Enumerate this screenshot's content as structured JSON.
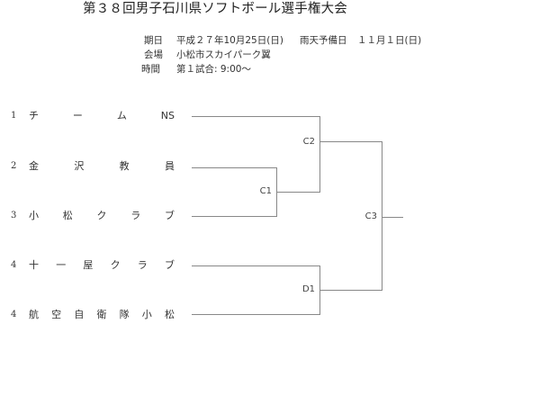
{
  "title": "第３８回男子石川県ソフトボール選手権大会",
  "info": {
    "date_label": "期日",
    "date_value": "平成２７年10月25日(日)",
    "rain_label": "雨天予備日",
    "rain_value": "１１月１日(日)",
    "venue_label": "会場",
    "venue_value": "小松市スカイパーク翼",
    "time_label": "時間",
    "time_value": "第１試合: 9:00～"
  },
  "teams": [
    {
      "seed": "1",
      "name_chars": [
        "チ",
        "ー",
        "ム",
        "NS"
      ]
    },
    {
      "seed": "2",
      "name_chars": [
        "金",
        "沢",
        "教",
        "員"
      ]
    },
    {
      "seed": "3",
      "name_chars": [
        "小",
        "松",
        "ク",
        "ラ",
        "ブ"
      ]
    },
    {
      "seed": "4",
      "name_chars": [
        "十",
        "一",
        "屋",
        "ク",
        "ラ",
        "ブ"
      ]
    },
    {
      "seed": "4",
      "name_chars": [
        "航",
        "空",
        "自",
        "衛",
        "隊",
        "小",
        "松"
      ]
    }
  ],
  "matches": {
    "c1": "C1",
    "c2": "C2",
    "c3": "C3",
    "d1": "D1"
  },
  "colors": {
    "line": "#888888",
    "text": "#333333",
    "background": "#ffffff"
  }
}
